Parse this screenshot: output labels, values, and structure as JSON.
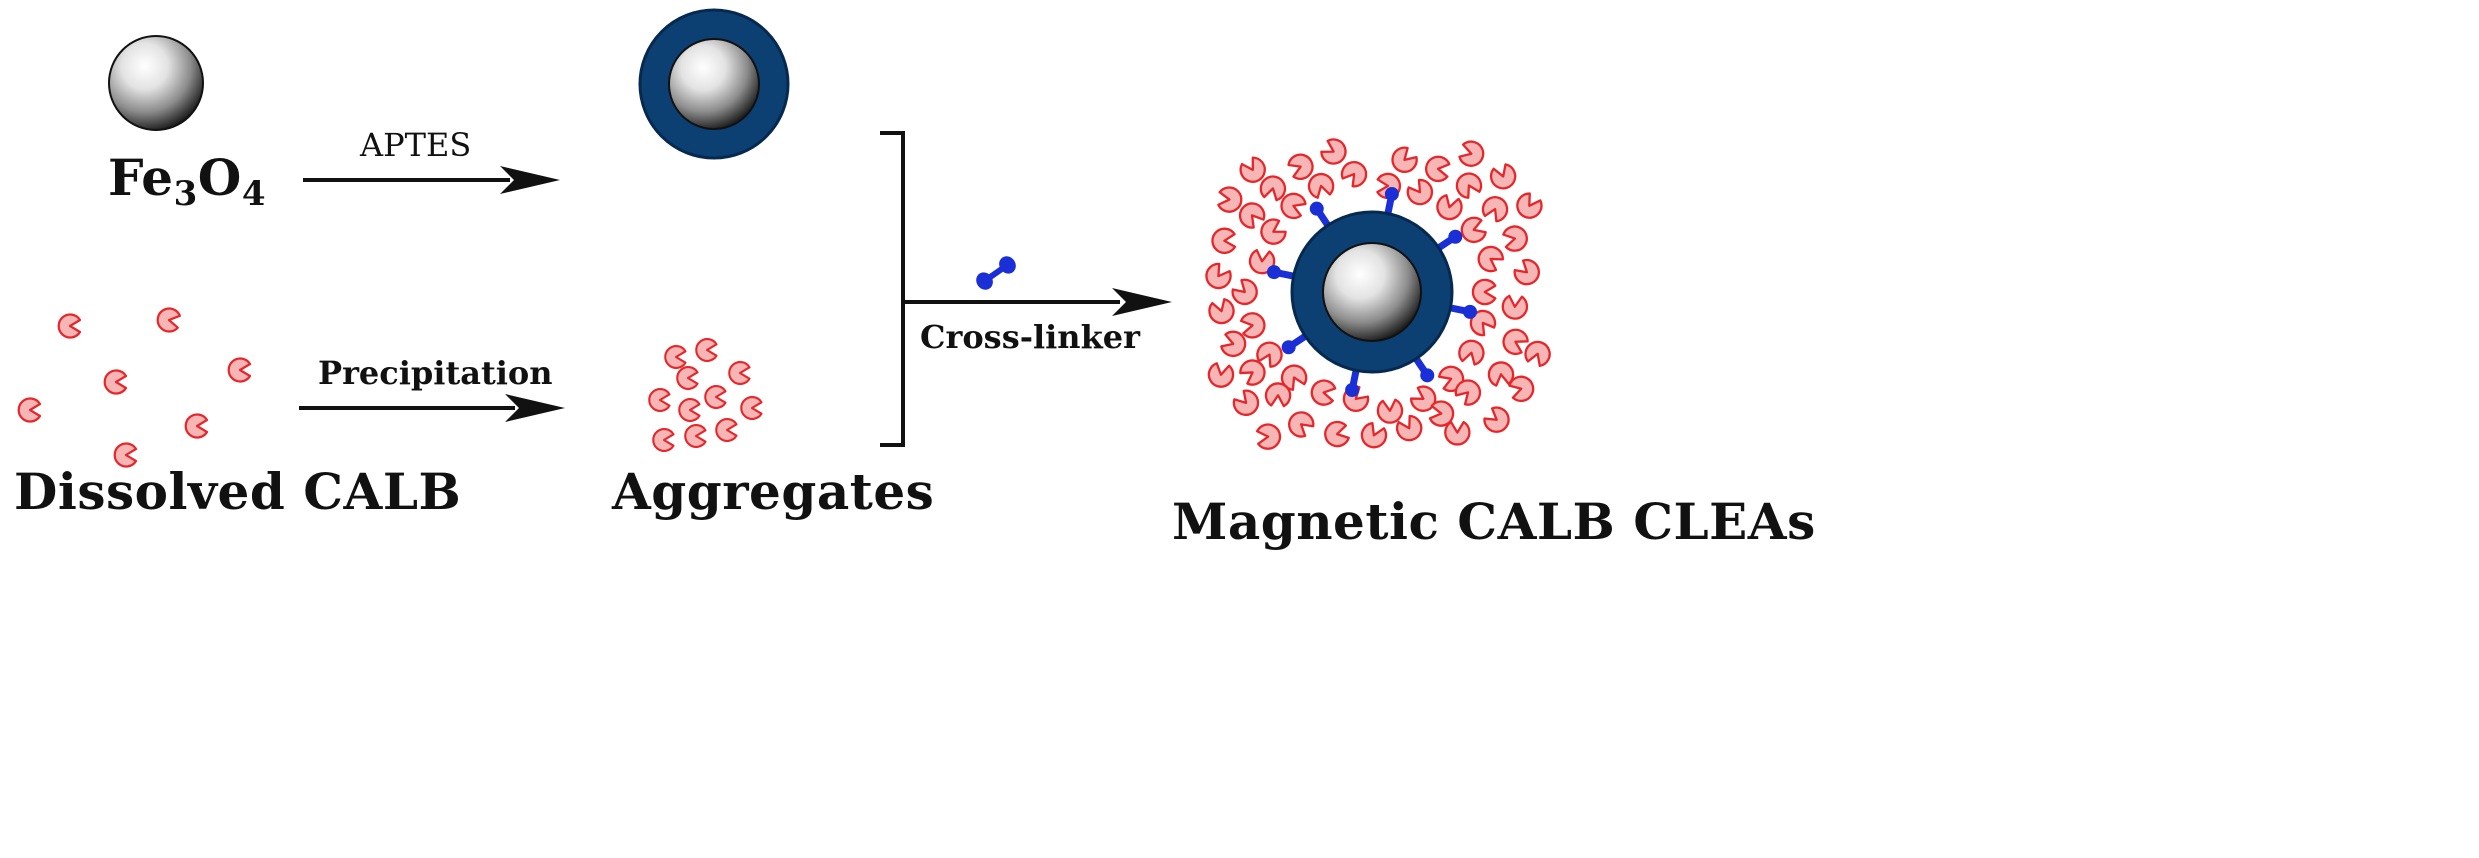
{
  "labels": {
    "fe3o4_base": "Fe",
    "fe3o4_sub1": "3",
    "fe3o4_mid": "O",
    "fe3o4_sub2": "4",
    "dissolved": "Dissolved CALB",
    "aggregates": "Aggregates",
    "product": "Magnetic CALB CLEAs"
  },
  "arrows": {
    "aptes": "APTES",
    "precipitation": "Precipitation",
    "crosslinker": "Cross-linker"
  },
  "colors": {
    "shell": "#0c3f72",
    "shell_edge": "#062a4f",
    "enzyme_fill": "#f7b6b6",
    "enzyme_stroke": "#e8262a",
    "linker": "#1a2fd6",
    "text": "#111111",
    "arrow": "#111111"
  },
  "icons": {
    "nanoparticle": "gray-sphere",
    "coated_particle": "sphere-with-blue-shell",
    "enzyme": "pacman-shape",
    "crosslinker": "dumbbell-molecule"
  }
}
